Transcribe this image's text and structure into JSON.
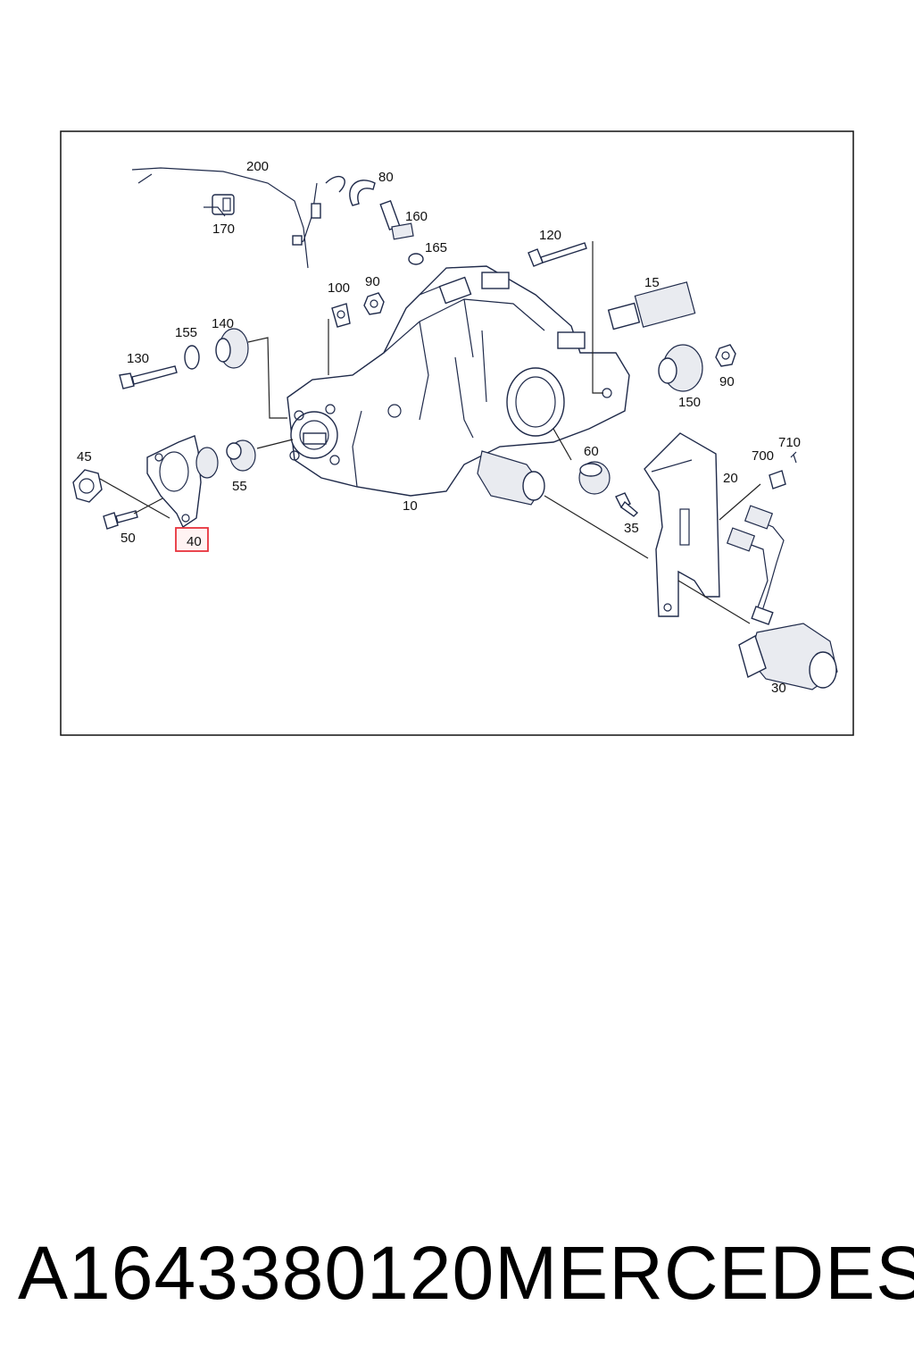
{
  "diagram": {
    "labels": {
      "p200": "200",
      "p80": "80",
      "p160": "160",
      "p165": "165",
      "p170": "170",
      "p120": "120",
      "p100": "100",
      "p90a": "90",
      "p15": "15",
      "p155": "155",
      "p140": "140",
      "p130": "130",
      "p150": "150",
      "p90b": "90",
      "p45": "45",
      "p55": "55",
      "p50": "50",
      "p40": "40",
      "p10": "10",
      "p60": "60",
      "p35": "35",
      "p20": "20",
      "p700": "700",
      "p710": "710",
      "p30": "30"
    },
    "highlighted_part": "40",
    "highlight_color": "#e8323c"
  },
  "caption": {
    "part_number": "A1643380120",
    "brand": "MERCEDES"
  }
}
